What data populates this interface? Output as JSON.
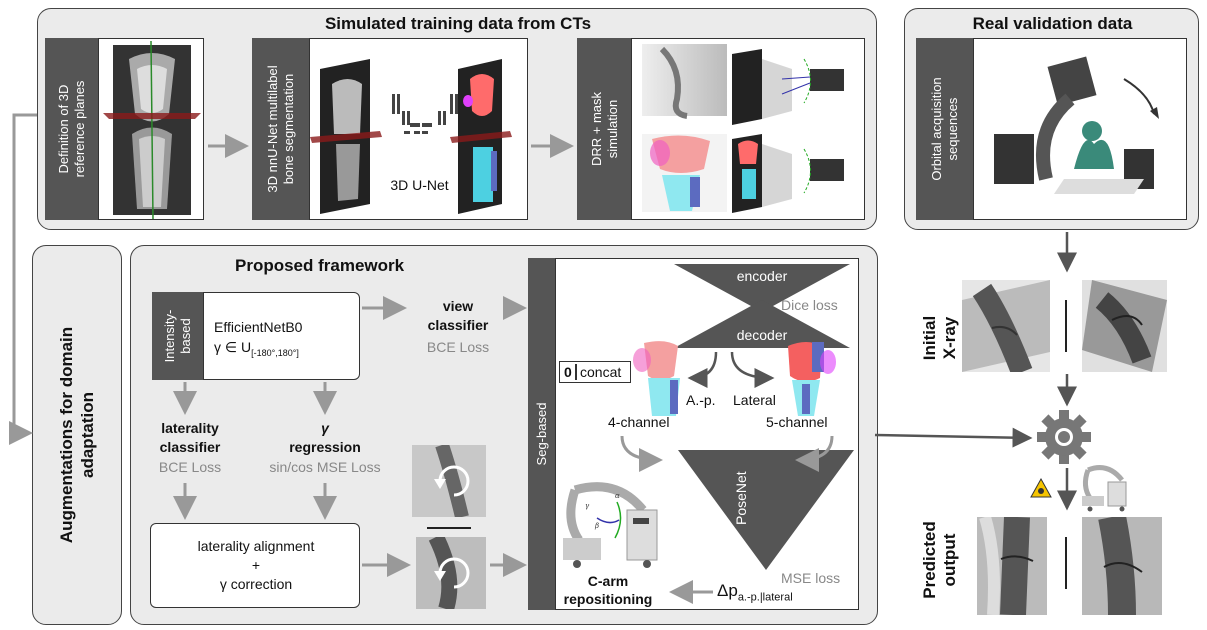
{
  "top_panel": {
    "title": "Simulated training data from CTs",
    "step1_label": "Definition of 3D\nreference planes",
    "step2_label": "3D nnU-Net multilabel\nbone segmentation",
    "step2_caption": "3D U-Net",
    "step3_label": "DRR + mask\nsimulation"
  },
  "real_panel": {
    "title": "Real validation data",
    "label": "Orbital acquisition\nsequences"
  },
  "aug_panel": {
    "label": "Augmentations for domain\nadaptation"
  },
  "framework": {
    "title": "Proposed framework",
    "intensity_label": "Intensity-\nbased",
    "model_name": "EfficientNetB0",
    "gamma_prefix": "γ ∈ U",
    "gamma_range": "[-180°,180°]",
    "view_classifier": "view\nclassifier",
    "view_loss": "BCE Loss",
    "laterality_classifier": "laterality\nclassifier",
    "laterality_loss": "BCE Loss",
    "gamma_symbol": "γ",
    "regression_label": "regression",
    "regression_loss": "sin/cos MSE Loss",
    "alignment_line1": "laterality alignment",
    "alignment_plus": "+",
    "alignment_line3": "γ correction",
    "carm_label": "C-arm\nrepositioning"
  },
  "seg_panel": {
    "label": "Seg-based",
    "encoder": "encoder",
    "decoder": "decoder",
    "dice_loss": "Dice loss",
    "concat_zero": "0",
    "concat": "concat",
    "ap_label": "A.-p.",
    "lateral_label": "Lateral",
    "four_channel": "4-channel",
    "five_channel": "5-channel",
    "posenet": "PoseNet",
    "mse_loss": "MSE loss",
    "delta_p": "Δp",
    "delta_sub": "a.-p.|lateral"
  },
  "right_side": {
    "initial_xray": "Initial\nX-ray",
    "predicted_output": "Predicted\noutput"
  },
  "colors": {
    "panel_bg": "#ebebeb",
    "tab_bg": "#555555",
    "arrow": "#999999",
    "dark_triangle": "#555555"
  }
}
